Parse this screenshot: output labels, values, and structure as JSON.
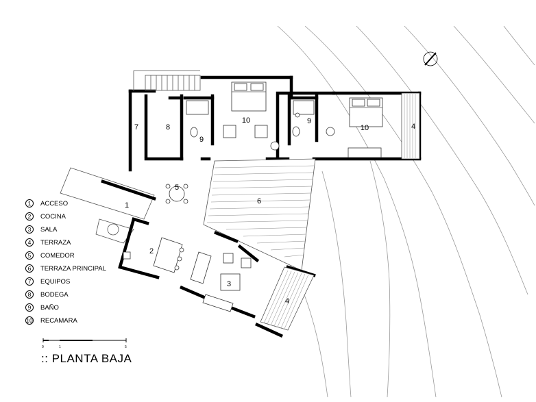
{
  "title": ":: PLANTA BAJA",
  "legend": [
    {
      "num": "1",
      "label": "ACCESO"
    },
    {
      "num": "2",
      "label": "COCINA"
    },
    {
      "num": "3",
      "label": "SALA"
    },
    {
      "num": "4",
      "label": "TERRAZA"
    },
    {
      "num": "5",
      "label": "COMEDOR"
    },
    {
      "num": "6",
      "label": "TERRAZA PRINCIPAL"
    },
    {
      "num": "7",
      "label": "EQUIPOS"
    },
    {
      "num": "8",
      "label": "BODEGA"
    },
    {
      "num": "9",
      "label": "BAÑO"
    },
    {
      "num": "10",
      "label": "RECAMARA"
    }
  ],
  "rooms": {
    "acceso": "1",
    "cocina": "2",
    "sala": "3",
    "terraza_living": "4",
    "terraza_bedroom": "4",
    "comedor": "5",
    "terraza_principal": "6",
    "equipos": "7",
    "bodega": "8",
    "bano_1": "9",
    "bano_2": "9",
    "recamara_1": "10",
    "recamara_2": "10"
  },
  "scale": {
    "labels": [
      "0",
      "1",
      "5"
    ]
  },
  "compass_icon": "north-arrow-icon"
}
